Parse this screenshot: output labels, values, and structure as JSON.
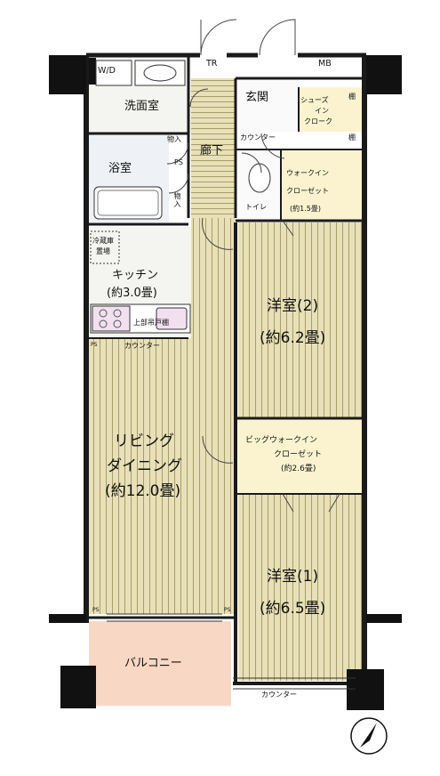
{
  "colors": {
    "wall": "#1a1a1a",
    "wood_floor": "#e8e0b8",
    "wood_stripe": "#a89c6a",
    "wet_area": "#f4f4f0",
    "balcony": "#f8d8c4",
    "closet": "#fbf3d0"
  },
  "rooms": {
    "wd": "W/D",
    "washroom": "洗面室",
    "storage_a": "物入",
    "bathroom": "浴室",
    "ps": "PS",
    "storage_b": "物入",
    "hallway": "廊下",
    "tr": "TR",
    "entrance": "玄関",
    "mb": "MB",
    "shoe_closet_1": "シューズ",
    "shoe_closet_2": "イン",
    "shoe_closet_3": "クローク",
    "shelf_a": "棚",
    "shelf_b": "棚",
    "counter_entrance": "カウンター",
    "toilet": "トイレ",
    "wic_1": "ウォークイン",
    "wic_2": "クローゼット",
    "wic_3": "(約1.5畳)",
    "fridge_1": "冷蔵庫",
    "fridge_2": "置場",
    "kitchen_1": "キッチン",
    "kitchen_2": "(約3.0畳)",
    "upper_cabinet": "上部吊戸棚",
    "counter_kitchen": "カウンター",
    "bedroom2_1": "洋室(2)",
    "bedroom2_2": "(約6.2畳)",
    "bwic_1": "ビッグウォークイン",
    "bwic_2": "クローゼット",
    "bwic_3": "(約2.6畳)",
    "living_1": "リビング",
    "living_2": "ダイニング",
    "living_3": "(約12.0畳)",
    "bedroom1_1": "洋室(1)",
    "bedroom1_2": "(約6.5畳)",
    "balcony": "バルコニー",
    "counter_balcony": "カウンター",
    "ps_left": "PS",
    "ps_bottom_left": "PS",
    "ps_bottom_right": "PS"
  },
  "compass": "north-arrow-icon"
}
